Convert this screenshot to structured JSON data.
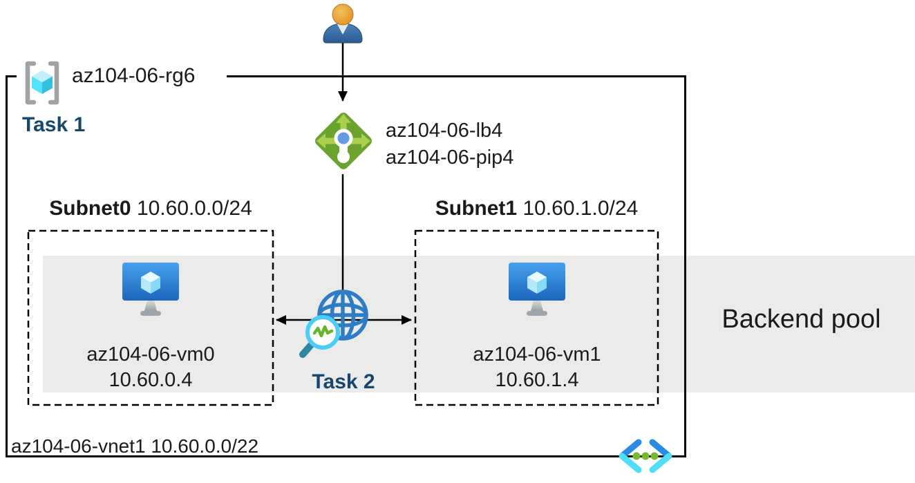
{
  "resource_group": {
    "name": "az104-06-rg6",
    "task": "Task 1"
  },
  "load_balancer": {
    "name": "az104-06-lb4",
    "public_ip": "az104-06-pip4",
    "task": "Task 2"
  },
  "subnets": [
    {
      "name": "Subnet0",
      "cidr": "10.60.0.0/24",
      "vm_name": "az104-06-vm0",
      "vm_ip": "10.60.0.4"
    },
    {
      "name": "Subnet1",
      "cidr": "10.60.1.0/24",
      "vm_name": "az104-06-vm1",
      "vm_ip": "10.60.1.4"
    }
  ],
  "vnet": {
    "name": "az104-06-vnet1",
    "cidr": "10.60.0.0/22"
  },
  "backend_pool_label": "Backend pool",
  "icons": {
    "user": "user-icon",
    "resource_group": "resource-group-icon",
    "load_balancer": "load-balancer-icon",
    "virtual_machine": "vm-icon",
    "globe_magnifier": "globe-magnifier-icon",
    "virtual_network": "virtual-network-icon"
  },
  "colors": {
    "task_text": "#17466e",
    "backend_band": "#ebebeb",
    "lb_green": "#6ba32f",
    "lb_arrow_green": "#abd04c",
    "vm_screen_blue_top": "#47a1ee",
    "vm_screen_blue_bottom": "#1b66bb",
    "cube_cyan": "#50e6ff",
    "globe_blue": "#2e7dc4",
    "magnifier_cyan": "#4ccdf3",
    "pulse_green": "#68b42e",
    "vnet_chevron_blue": "#2a8be4",
    "vnet_chevron_cyan": "#50ddf8",
    "vnet_dot_green": "#76b92e",
    "outline": "#000000"
  }
}
